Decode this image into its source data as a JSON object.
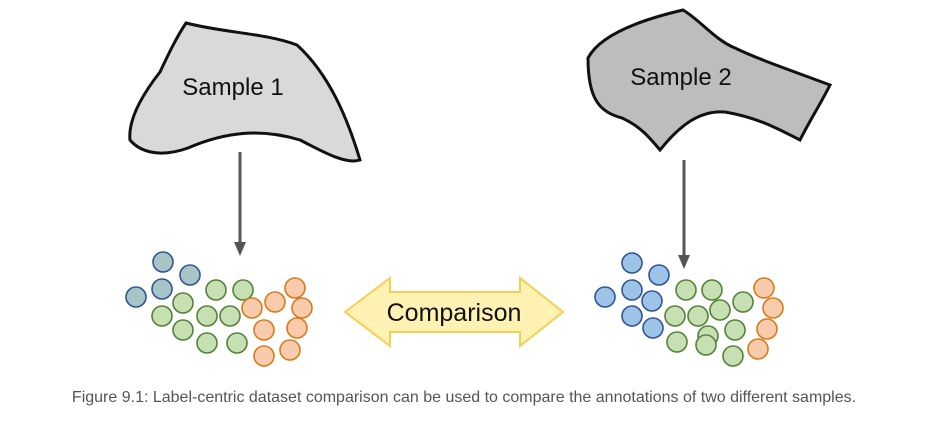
{
  "figure": {
    "sample1_label": "Sample 1",
    "sample2_label": "Sample 2",
    "comparison_label": "Comparison",
    "caption": "Figure 9.1: Label-centric dataset comparison can be used to compare the annotations of two different samples."
  },
  "colors": {
    "sample1_fill": "#d9d9d9",
    "sample2_fill": "#bdbdbd",
    "outline": "#111111",
    "arrow": "#555555",
    "comparison_fill": "#fff2b3",
    "comparison_stroke": "#f4cf57",
    "blue_fill": "#9dc3e6",
    "blue_stroke": "#2f5597",
    "teal_fill": "#a7c4c7",
    "teal_stroke": "#2f5597",
    "green_fill": "#c6e0b4",
    "green_stroke": "#548235",
    "orange_fill": "#f8cbad",
    "orange_stroke": "#d87b1a"
  }
}
